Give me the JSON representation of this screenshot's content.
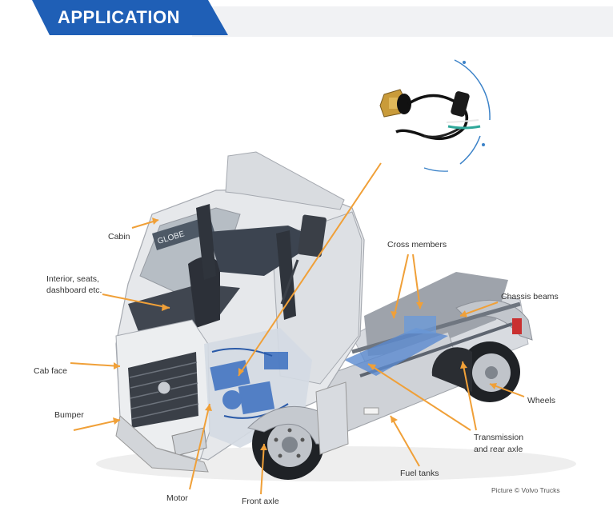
{
  "header": {
    "title": "APPLICATION",
    "accent": "#1f5fb6"
  },
  "callout_color": "#f0a038",
  "product": {
    "name": "cable-sensor"
  },
  "labels": {
    "cabin": "Cabin",
    "interior_line1": "Interior, seats,",
    "interior_line2": "dashboard etc.",
    "cab_face": "Cab face",
    "bumper": "Bumper",
    "motor": "Motor",
    "front_axle": "Front axle",
    "fuel_tanks": "Fuel tanks",
    "transmission_line1": "Transmission",
    "transmission_line2": "and rear axle",
    "wheels": "Wheels",
    "chassis_beams": "Chassis beams",
    "cross_members": "Cross members"
  },
  "credit": "Picture © Volvo Trucks"
}
